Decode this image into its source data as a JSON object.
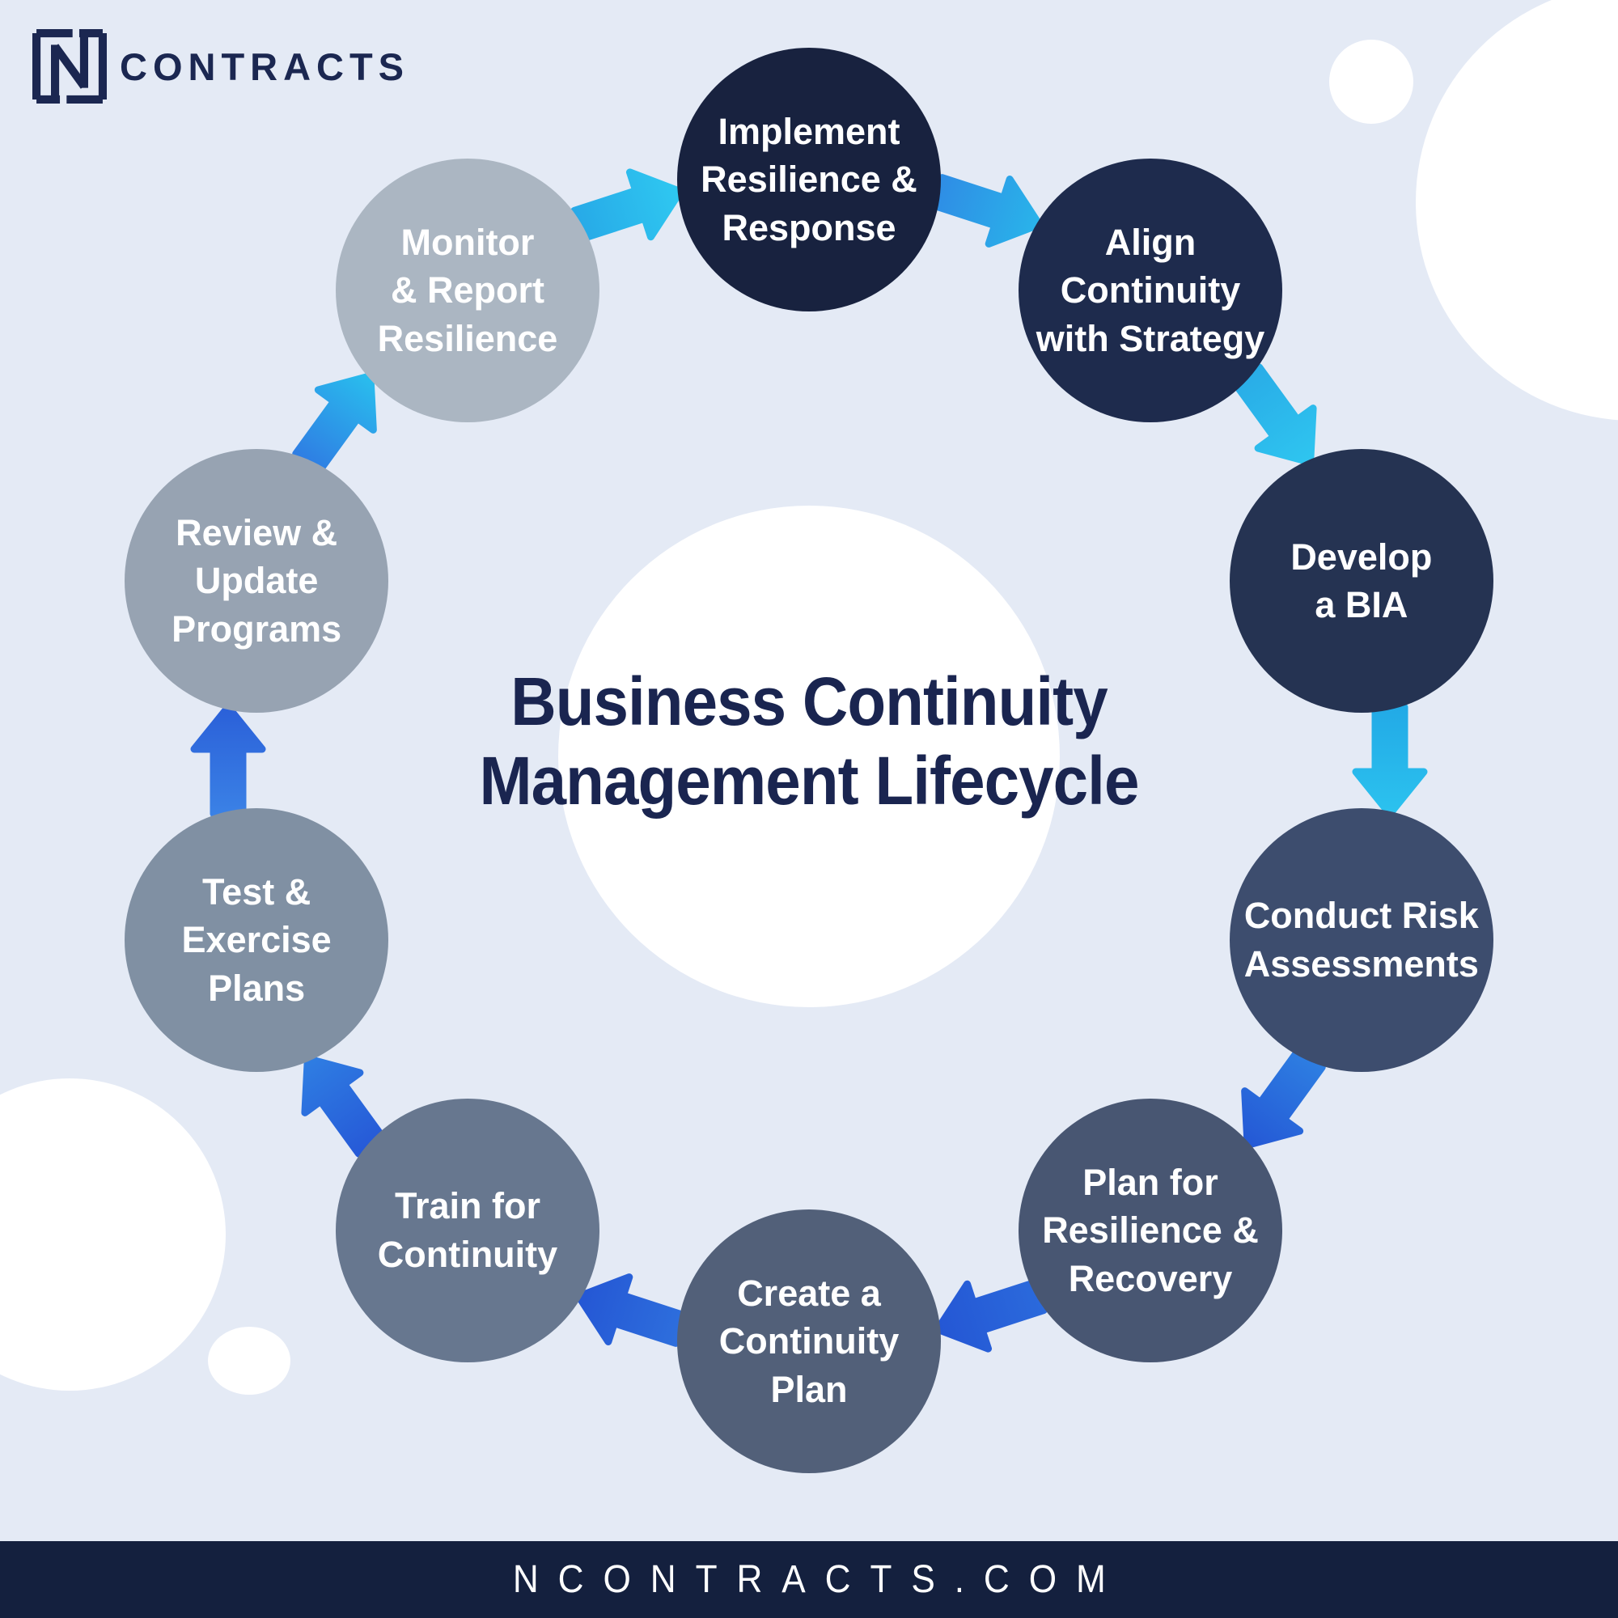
{
  "brand": {
    "mark": "N",
    "name": "CONTRACTS"
  },
  "title": {
    "line1": "Business Continuity",
    "line2": "Management Lifecycle"
  },
  "footer": {
    "url": "NCONTRACTS.COM"
  },
  "colors": {
    "background": "#e4eaf5",
    "footer_bar": "#14203e",
    "title_text": "#1a2550",
    "logo_text": "#1b2751",
    "center_circle": "#ffffff",
    "label_text": "#ffffff"
  },
  "steps": [
    {
      "id": "implement-resilience-response",
      "label": "Implement Resilience & Response",
      "lines": [
        "Implement",
        "Resilience &",
        "Response"
      ],
      "color": "#18223f"
    },
    {
      "id": "align-continuity-strategy",
      "label": "Align Continuity with Strategy",
      "lines": [
        "Align",
        "Continuity",
        "with Strategy"
      ],
      "color": "#1e2b4d"
    },
    {
      "id": "develop-bia",
      "label": "Develop a BIA",
      "lines": [
        "Develop",
        "a BIA"
      ],
      "color": "#253352"
    },
    {
      "id": "conduct-risk-assessments",
      "label": "Conduct Risk Assessments",
      "lines": [
        "Conduct Risk",
        "Assessments"
      ],
      "color": "#3d4d6e"
    },
    {
      "id": "plan-resilience-recovery",
      "label": "Plan for Resilience & Recovery",
      "lines": [
        "Plan for",
        "Resilience &",
        "Recovery"
      ],
      "color": "#485672"
    },
    {
      "id": "create-continuity-plan",
      "label": "Create a Continuity Plan",
      "lines": [
        "Create a",
        "Continuity",
        "Plan"
      ],
      "color": "#526079"
    },
    {
      "id": "train-for-continuity",
      "label": "Train for Continuity",
      "lines": [
        "Train for",
        "Continuity"
      ],
      "color": "#67778f"
    },
    {
      "id": "test-exercise-plans",
      "label": "Test & Exercise Plans",
      "lines": [
        "Test &",
        "Exercise",
        "Plans"
      ],
      "color": "#8090a3"
    },
    {
      "id": "review-update-programs",
      "label": "Review & Update Programs",
      "lines": [
        "Review &",
        "Update",
        "Programs"
      ],
      "color": "#97a3b2"
    },
    {
      "id": "monitor-report-resilience",
      "label": "Monitor & Report Resilience",
      "lines": [
        "Monitor",
        "& Report",
        "Resilience"
      ],
      "color": "#abb6c2"
    }
  ],
  "arrows": [
    {
      "from": "Implement Resilience & Response",
      "to": "Align Continuity with Strategy",
      "color_tail": "#2f8ce5",
      "color_head": "#29b5ea"
    },
    {
      "from": "Align Continuity with Strategy",
      "to": "Develop a BIA",
      "color_tail": "#29ace7",
      "color_head": "#2fc6f0"
    },
    {
      "from": "Develop a BIA",
      "to": "Conduct Risk Assessments",
      "color_tail": "#22a9e6",
      "color_head": "#2cc3ef"
    },
    {
      "from": "Conduct Risk Assessments",
      "to": "Plan for Resilience & Recovery",
      "color_tail": "#2e7fe2",
      "color_head": "#2457d5"
    },
    {
      "from": "Plan for Resilience & Recovery",
      "to": "Create a Continuity Plan",
      "color_tail": "#2b6adc",
      "color_head": "#2456d4"
    },
    {
      "from": "Create a Continuity Plan",
      "to": "Train for Continuity",
      "color_tail": "#2e6fdd",
      "color_head": "#2456d4"
    },
    {
      "from": "Train for Continuity",
      "to": "Test & Exercise Plans",
      "color_tail": "#2659d7",
      "color_head": "#2f7fe3"
    },
    {
      "from": "Test & Exercise Plans",
      "to": "Review & Update Programs",
      "color_tail": "#3b82e6",
      "color_head": "#2a5fd8"
    },
    {
      "from": "Review & Update Programs",
      "to": "Monitor & Report Resilience",
      "color_tail": "#2f7ce3",
      "color_head": "#29c0ee"
    },
    {
      "from": "Monitor & Report Resilience",
      "to": "Implement Resilience & Response",
      "color_tail": "#27a9e7",
      "color_head": "#2fc9f1"
    }
  ]
}
